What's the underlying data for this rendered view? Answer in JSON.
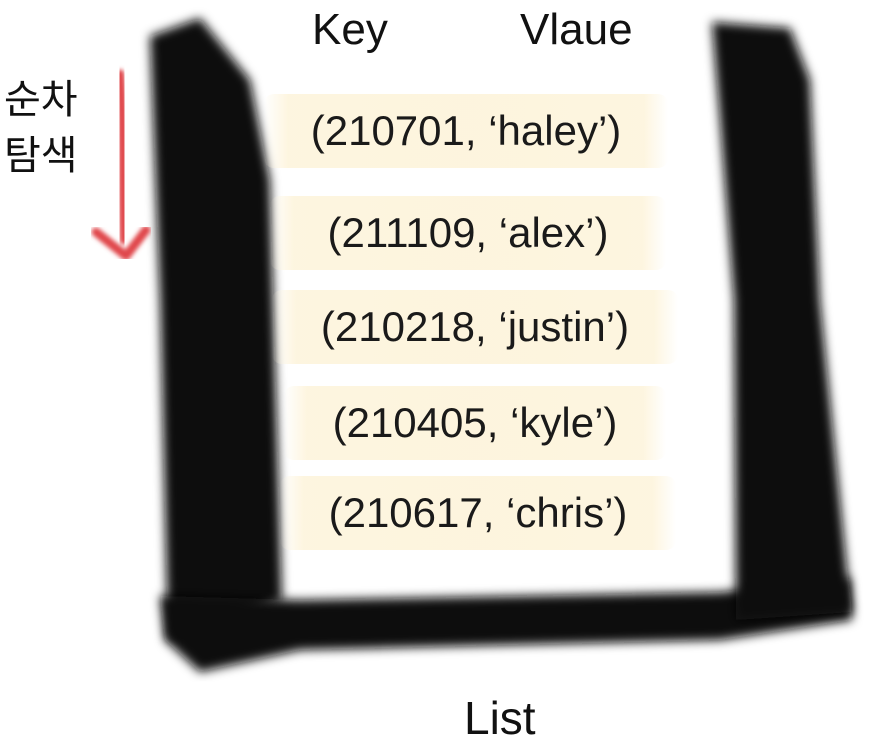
{
  "headers": {
    "key": "Key",
    "value": "Vlaue"
  },
  "search_label": {
    "line1": "순차",
    "line2": "탐색"
  },
  "entries": [
    "(210701, ‘haley’)",
    "(211109, ‘alex’)",
    "(210218, ‘justin’)",
    "(210405, ‘kyle’)",
    "(210617, ‘chris’)"
  ],
  "container_label": "List",
  "colors": {
    "container_stroke": "#0d0d0d",
    "arrow": "#e0474c",
    "entry_highlight": "#fdf4dc"
  }
}
